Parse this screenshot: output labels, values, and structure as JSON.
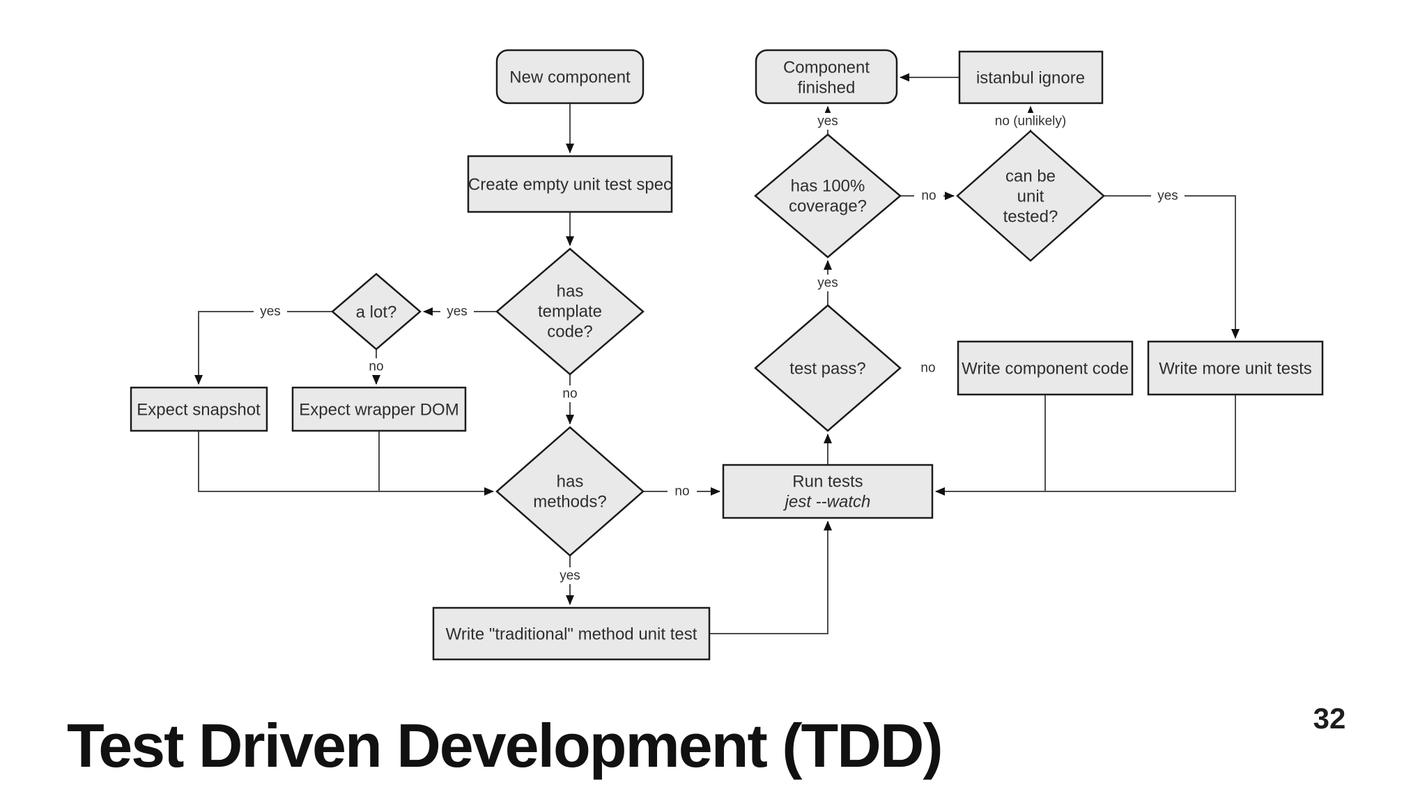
{
  "slide": {
    "title": "Test Driven Development (TDD)",
    "page_number": "32"
  },
  "colors": {
    "node_fill": "#e9e9e9",
    "node_border": "#1c1c1c",
    "connector": "#4d4d4d",
    "node_text": "#2e2e2e",
    "title_color": "#111111",
    "background": "#ffffff"
  },
  "flowchart": {
    "nodes": {
      "new_component": {
        "shape": "rounded-rect",
        "label": "New component"
      },
      "create_spec": {
        "shape": "rect",
        "label": "Create empty unit test spec"
      },
      "has_template": {
        "shape": "diamond",
        "lines": [
          "has",
          "template",
          "code?"
        ]
      },
      "a_lot": {
        "shape": "diamond",
        "label": "a lot?"
      },
      "expect_snapshot": {
        "shape": "rect",
        "label": "Expect snapshot"
      },
      "expect_wrapper": {
        "shape": "rect",
        "label": "Expect  wrapper DOM"
      },
      "has_methods": {
        "shape": "diamond",
        "lines": [
          "has",
          "methods?"
        ]
      },
      "write_traditional": {
        "shape": "rect",
        "label": "Write \"traditional\" method unit test"
      },
      "run_tests": {
        "shape": "rect",
        "lines": [
          "Run tests",
          "jest --watch"
        ]
      },
      "test_pass": {
        "shape": "diamond",
        "label": "test pass?"
      },
      "has_coverage": {
        "shape": "diamond",
        "lines": [
          "has 100%",
          "coverage?"
        ]
      },
      "component_finished": {
        "shape": "rounded-rect",
        "lines": [
          "Component",
          "finished"
        ]
      },
      "istanbul_ignore": {
        "shape": "rect",
        "label": "istanbul ignore"
      },
      "can_be_unit_tested": {
        "shape": "diamond",
        "lines": [
          "can be",
          "unit",
          "tested?"
        ]
      },
      "write_component_code": {
        "shape": "rect",
        "label": "Write component code"
      },
      "write_more_tests": {
        "shape": "rect",
        "label": "Write more unit tests"
      }
    },
    "edge_labels": {
      "alot_to_snapshot": "yes",
      "template_to_alot": "yes",
      "alot_to_wrapper": "no",
      "template_to_methods": "no",
      "methods_to_runtests": "no",
      "methods_to_traditional": "yes",
      "testpass_to_coverage": "yes",
      "testpass_to_componentcode": "no",
      "coverage_to_finished": "yes",
      "coverage_to_canbe": "no",
      "canbe_to_istanbul": "no (unlikely)",
      "canbe_to_moretests": "yes"
    }
  }
}
